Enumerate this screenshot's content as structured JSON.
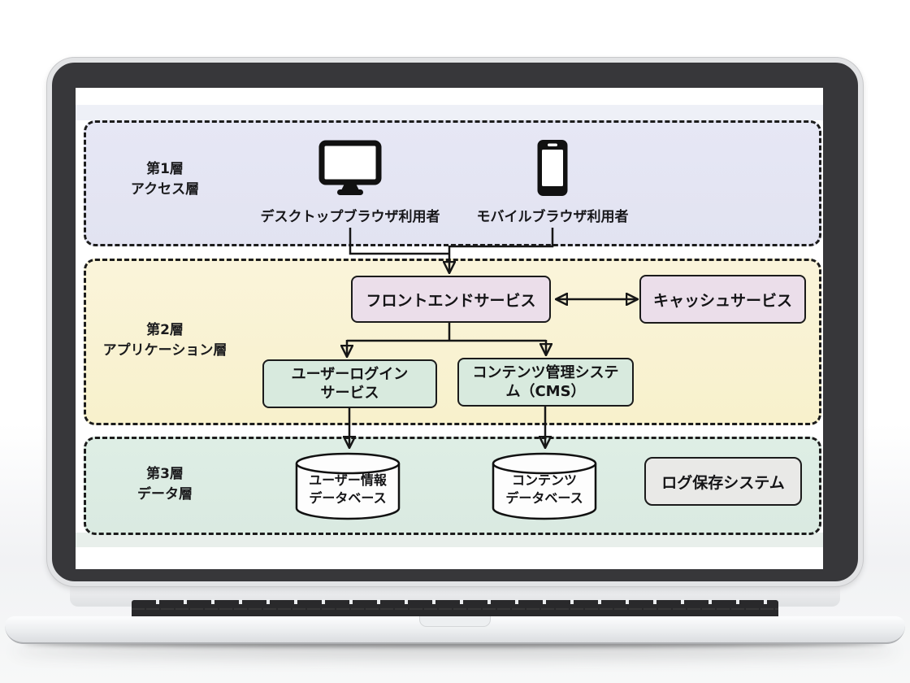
{
  "scene": {
    "device": "laptop-mockup"
  },
  "palette": {
    "layer_access_bg": "#E4E5F3",
    "layer_application_bg": "#FAF3D3",
    "layer_data_bg": "#DCEBE2",
    "service_pink_bg": "#EBDEEA",
    "service_green_bg": "#D8EADE",
    "log_gray_bg": "#E9E9E7",
    "line_color": "#1B1B1B",
    "bezel_color": "#37373A"
  },
  "diagram": {
    "layers": [
      {
        "name": "access",
        "label_line1": "第1層",
        "label_line2": "アクセス層",
        "color": "#E4E5F3"
      },
      {
        "name": "application",
        "label_line1": "第2層",
        "label_line2": "アプリケーション層",
        "color": "#FAF3D3"
      },
      {
        "name": "data",
        "label_line1": "第3層",
        "label_line2": "データ層",
        "color": "#DCEBE2"
      }
    ],
    "nodes": {
      "desktop_user": {
        "label": "デスクトップブラウザ利用者",
        "icon": "desktop-monitor-icon",
        "layer": "access"
      },
      "mobile_user": {
        "label": "モバイルブラウザ利用者",
        "icon": "smartphone-icon",
        "layer": "access"
      },
      "frontend": {
        "label": "フロントエンドサービス",
        "color": "#EBDEEA",
        "layer": "application"
      },
      "cache": {
        "label": "キャッシュサービス",
        "color": "#EBDEEA",
        "layer": "application"
      },
      "login_service": {
        "label_line1": "ユーザーログイン",
        "label_line2": "サービス",
        "color": "#D8EADE",
        "layer": "application"
      },
      "cms": {
        "label_line1": "コンテンツ管理システ",
        "label_line2": "ム（CMS）",
        "color": "#D8EADE",
        "layer": "application"
      },
      "user_db": {
        "label_line1": "ユーザー情報",
        "label_line2": "データベース",
        "shape": "cylinder",
        "layer": "data"
      },
      "content_db": {
        "label_line1": "コンテンツ",
        "label_line2": "データベース",
        "shape": "cylinder",
        "layer": "data"
      },
      "log_system": {
        "label": "ログ保存システム",
        "color": "#E9E9E7",
        "layer": "data"
      }
    },
    "edges": [
      {
        "from": "desktop_user",
        "to": "frontend",
        "type": "arrow"
      },
      {
        "from": "mobile_user",
        "to": "frontend",
        "type": "arrow"
      },
      {
        "from": "frontend",
        "to": "cache",
        "type": "double-arrow"
      },
      {
        "from": "frontend",
        "to": "login_service",
        "type": "arrow"
      },
      {
        "from": "frontend",
        "to": "cms",
        "type": "arrow"
      },
      {
        "from": "login_service",
        "to": "user_db",
        "type": "arrow"
      },
      {
        "from": "cms",
        "to": "content_db",
        "type": "arrow"
      }
    ]
  }
}
